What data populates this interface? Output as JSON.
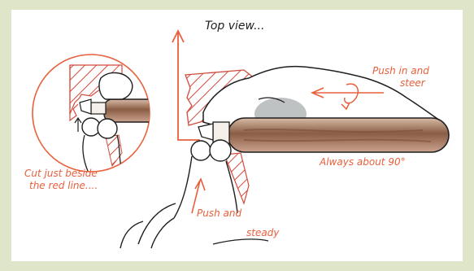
{
  "colors": {
    "frame": "#dfe5c9",
    "paper": "#ffffff",
    "ink": "#1e1e1e",
    "accent": "#e8603c",
    "tool_dark": "#6b4a3a",
    "tool_light": "#c8a690",
    "hatch": "#d24b3c"
  },
  "labels": {
    "top_view": "Top view...",
    "push_in_line1": "Push in and",
    "push_in_line2": "steer",
    "always": "Always about 90°",
    "cut_line1": "Cut just beside",
    "cut_line2": "the red line....",
    "push_steady_line1": "Push and",
    "push_steady_line2": "steady"
  }
}
